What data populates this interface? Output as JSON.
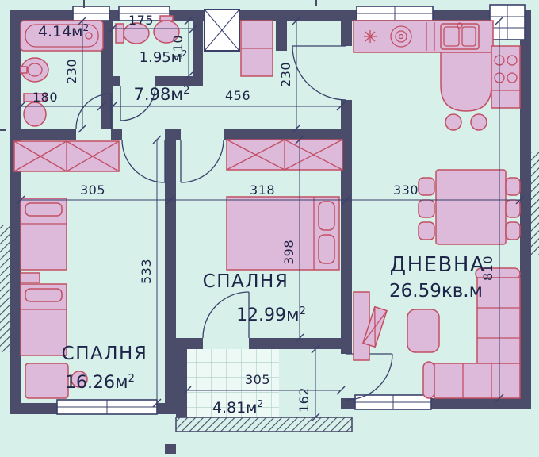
{
  "plan": {
    "palette": {
      "background": "#d7f1ea",
      "walls": "#4a4c6a",
      "furniture_fill": "#ddbada",
      "furniture_outline": "#c24f63",
      "text": "#1e2448"
    },
    "rooms": {
      "bathroom": {
        "area": "4.14м",
        "sup": "2"
      },
      "wc": {
        "area": "1.95м",
        "sup": "2"
      },
      "hallway": {
        "area": "7.98м",
        "sup": "2"
      },
      "bedroom_left": {
        "name": "СПАЛНЯ",
        "area": "16.26м",
        "sup": "2"
      },
      "bedroom_middle": {
        "name": "СПАЛНЯ",
        "area": "12.99м",
        "sup": "2"
      },
      "living_room": {
        "name": "ДНЕВНА",
        "area": "26.59кв.м"
      },
      "balcony": {
        "area": "4.81м",
        "sup": "2"
      }
    },
    "dimensions": {
      "wc_width": "175",
      "wc_height": "110",
      "bathroom_width": "180",
      "bathroom_height": "230",
      "hallway_width": "456",
      "hallway_height": "230",
      "bedroom_left_width": "305",
      "bedroom_left_height": "533",
      "bedroom_middle_width": "318",
      "bedroom_middle_height": "398",
      "living_room_width": "330",
      "living_room_height": "810",
      "balcony_width": "305",
      "balcony_depth": "162"
    }
  }
}
